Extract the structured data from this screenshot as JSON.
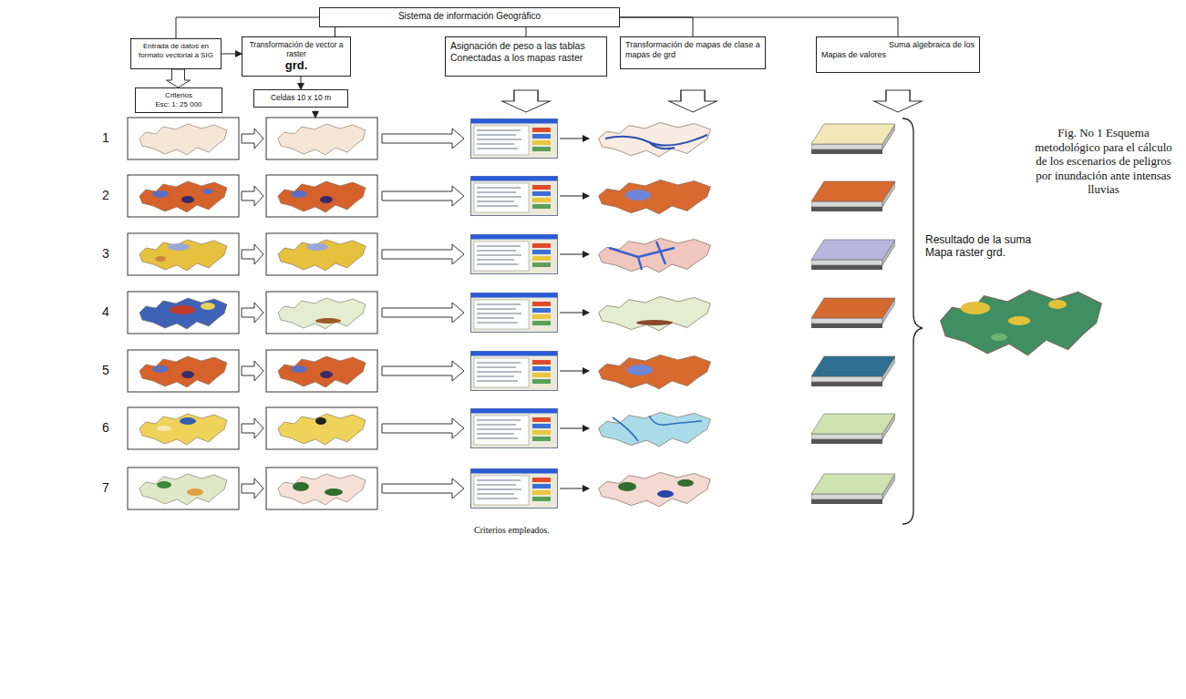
{
  "diagram": {
    "caption": "Fig. No 1 Esquema metodológico para el cálculo de los escenarios de peligros por inundación ante intensas lluvias",
    "nodes": [
      {
        "text": [
          "Sistema de información Geográfico"
        ]
      },
      {
        "text": [
          "Entrada de datos en formato vectorial a SIG"
        ]
      },
      {
        "text": [
          "Transformación de vector a raster",
          "grd."
        ]
      },
      {
        "text": [
          "Asignación de peso a las tablas Conectadas a los mapas raster"
        ]
      },
      {
        "text": [
          "Transformación de mapas de clase a mapas de grd"
        ]
      },
      {
        "text": [
          "Suma algebraica de los",
          "Mapas de valores"
        ]
      },
      {
        "text": [
          "Criterios",
          "Esc: 1: 25 000"
        ]
      },
      {
        "text": [
          "Celdas 10 x 10 m"
        ]
      }
    ],
    "edges": [
      {
        "from": 0,
        "to": 1,
        "arrow": "none"
      },
      {
        "from": 0,
        "to": 2,
        "arrow": "none"
      },
      {
        "from": 0,
        "to": 3,
        "arrow": "none"
      },
      {
        "from": 0,
        "to": 4,
        "arrow": "none"
      },
      {
        "from": 0,
        "to": 5,
        "arrow": "none"
      },
      {
        "from": 1,
        "to": 2,
        "arrow": "to"
      },
      {
        "from": 2,
        "to": 7,
        "arrow": "to"
      },
      {
        "from": 1,
        "to": 6,
        "arrow": "to"
      }
    ],
    "labels": [
      "1",
      "2",
      "3",
      "4",
      "5",
      "6",
      "7",
      "Resultado de la suma Mapa raster grd.",
      "Criterios empleados."
    ]
  }
}
